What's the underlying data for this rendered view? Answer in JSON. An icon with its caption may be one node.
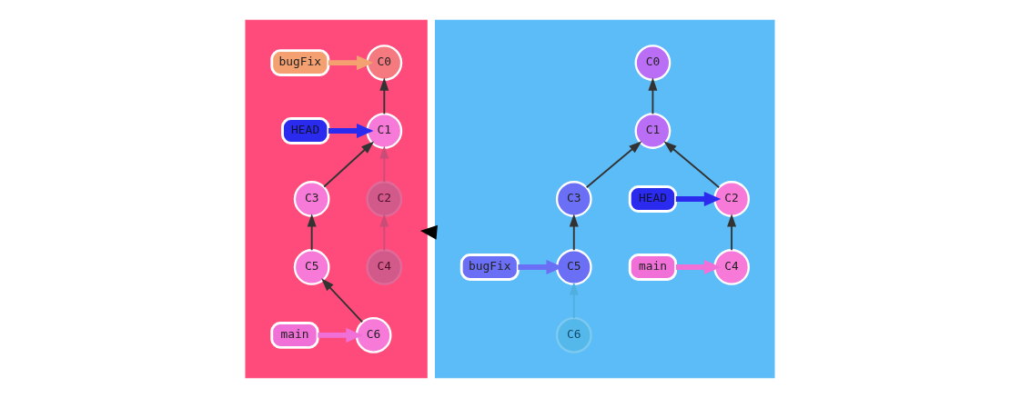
{
  "diagram": {
    "nodes": [
      {
        "text": [],
        "shape": "box"
      },
      {
        "text": [
          "C0"
        ],
        "in": 0
      },
      {
        "text": [
          "bugFix"
        ],
        "in": 0
      },
      {
        "text": [
          "C1"
        ],
        "in": 0
      },
      {
        "text": [
          "HEAD"
        ],
        "in": 0
      },
      {
        "text": [
          "C2"
        ],
        "in": 0
      },
      {
        "text": [
          "C3"
        ],
        "in": 0
      },
      {
        "text": [
          "C4"
        ],
        "in": 0
      },
      {
        "text": [
          "C5"
        ],
        "in": 0
      },
      {
        "text": [
          "main"
        ],
        "in": 0
      },
      {
        "text": [
          "C6"
        ],
        "in": 0
      },
      {
        "text": [],
        "shape": "box"
      },
      {
        "text": [
          "C0"
        ],
        "in": 11
      },
      {
        "text": [
          "C1"
        ],
        "in": 11
      },
      {
        "text": [
          "HEAD"
        ],
        "in": 11
      },
      {
        "text": [
          "C2"
        ],
        "in": 11
      },
      {
        "text": [
          "C3"
        ],
        "in": 11
      },
      {
        "text": [
          "main"
        ],
        "in": 11
      },
      {
        "text": [
          "C4"
        ],
        "in": 11
      },
      {
        "text": [
          "C5"
        ],
        "in": 11
      },
      {
        "text": [
          "bugFix"
        ],
        "in": 11
      },
      {
        "text": [
          "C6"
        ],
        "in": 11
      }
    ],
    "edges": [
      {
        "from": 11,
        "to": 0,
        "arrow": "to",
        "style": "thick",
        "color": "#000000"
      },
      {
        "from": 3,
        "to": 1,
        "arrow": "to"
      },
      {
        "from": 2,
        "to": 1,
        "arrow": "to",
        "style": "thick",
        "color": "#f4a070"
      },
      {
        "from": 4,
        "to": 3,
        "arrow": "to",
        "style": "thick",
        "color": "#2b2bf0"
      },
      {
        "from": 5,
        "to": 3,
        "arrow": "to",
        "color": "#c94d78"
      },
      {
        "from": 6,
        "to": 3,
        "arrow": "to"
      },
      {
        "from": 7,
        "to": 5,
        "arrow": "to",
        "color": "#c94d78"
      },
      {
        "from": 8,
        "to": 6,
        "arrow": "to"
      },
      {
        "from": 10,
        "to": 8,
        "arrow": "to"
      },
      {
        "from": 9,
        "to": 10,
        "arrow": "to",
        "style": "thick",
        "color": "#f070d8"
      },
      {
        "from": 13,
        "to": 12,
        "arrow": "to"
      },
      {
        "from": 15,
        "to": 13,
        "arrow": "to"
      },
      {
        "from": 16,
        "to": 13,
        "arrow": "to"
      },
      {
        "from": 14,
        "to": 15,
        "arrow": "to",
        "style": "thick",
        "color": "#2b2bf0"
      },
      {
        "from": 18,
        "to": 15,
        "arrow": "to"
      },
      {
        "from": 17,
        "to": 18,
        "arrow": "to",
        "style": "thick",
        "color": "#f070d8"
      },
      {
        "from": 19,
        "to": 16,
        "arrow": "to"
      },
      {
        "from": 20,
        "to": 19,
        "arrow": "to",
        "style": "thick",
        "color": "#6b6ff5"
      },
      {
        "from": 21,
        "to": 19,
        "arrow": "to",
        "color": "#4fb0e0"
      }
    ]
  }
}
